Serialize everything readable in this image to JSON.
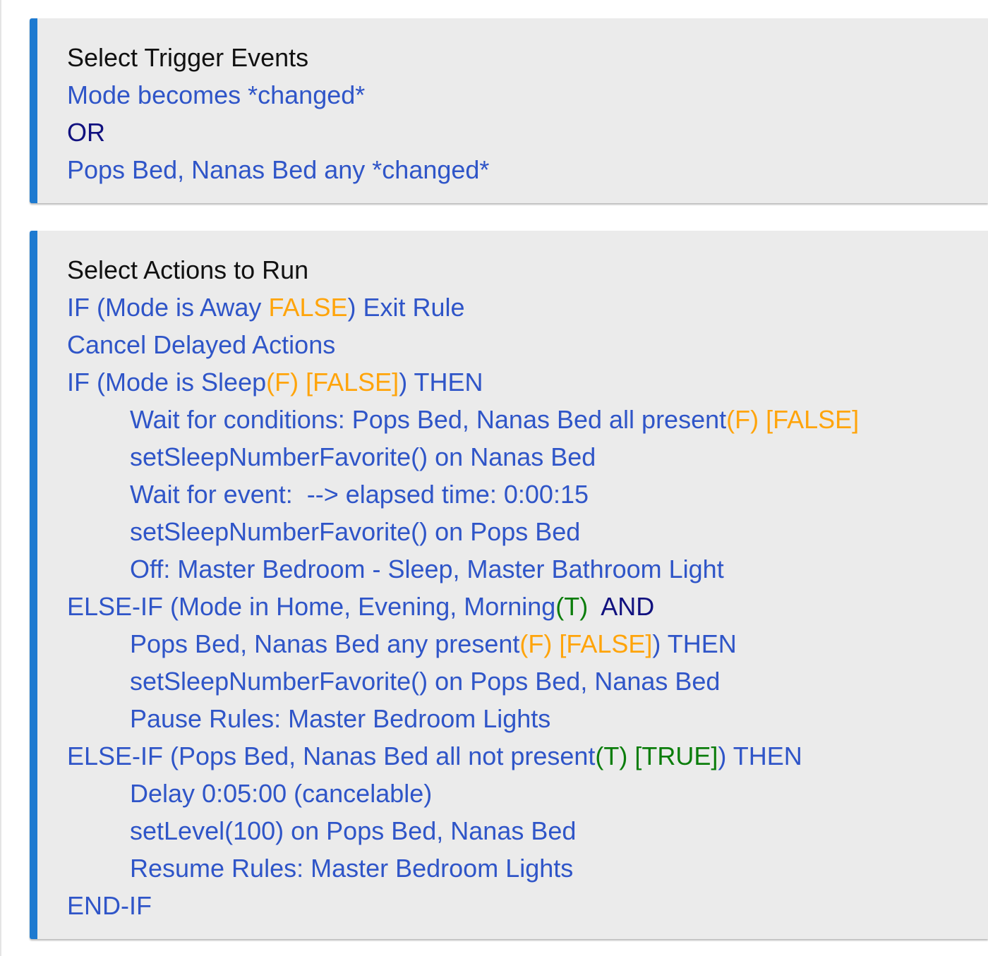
{
  "colors": {
    "accent_bar": "#1e7ad0",
    "card_bg": "#ebebeb",
    "link_blue": "#2f55c8",
    "operator_navy": "#11117f",
    "false_orange": "#ffa40a",
    "true_green": "#0b7d0b"
  },
  "trigger": {
    "title": "Select Trigger Events",
    "event1": "Mode becomes *changed*",
    "operator": "OR",
    "event2": "Pops Bed, Nanas Bed any *changed*"
  },
  "actions": {
    "title": "Select Actions to Run",
    "a1": {
      "pre": "IF (Mode is Away ",
      "state": "FALSE",
      "post": ") Exit Rule"
    },
    "a2": {
      "text": "Cancel Delayed Actions"
    },
    "a3": {
      "pre": "IF (Mode is Sleep",
      "eval": "(F)",
      "gap": " ",
      "result": "[FALSE]",
      "post": ") THEN"
    },
    "a4": {
      "pre": "Wait for conditions: Pops Bed, Nanas Bed all present",
      "eval": "(F)",
      "gap": " ",
      "result": "[FALSE]"
    },
    "a5": {
      "text": "setSleepNumberFavorite() on Nanas Bed"
    },
    "a6": {
      "text": "Wait for event:  --> elapsed time: 0:00:15"
    },
    "a7": {
      "text": "setSleepNumberFavorite() on Pops Bed"
    },
    "a8": {
      "text": "Off: Master Bedroom - Sleep, Master Bathroom Light"
    },
    "a9": {
      "pre": "ELSE-IF (Mode in Home, Evening, Morning",
      "eval": "(T)",
      "gap": "  ",
      "op": "AND"
    },
    "a10": {
      "pre": "Pops Bed, Nanas Bed any present",
      "eval": "(F)",
      "gap": " ",
      "result": "[FALSE]",
      "post": ") THEN"
    },
    "a11": {
      "text": "setSleepNumberFavorite() on Pops Bed, Nanas Bed"
    },
    "a12": {
      "text": "Pause Rules: Master Bedroom Lights"
    },
    "a13": {
      "pre": "ELSE-IF (Pops Bed, Nanas Bed all not present",
      "eval": "(T)",
      "gap": " ",
      "result": "[TRUE]",
      "post": ") THEN"
    },
    "a14": {
      "text": "Delay 0:05:00 (cancelable)"
    },
    "a15": {
      "text": "setLevel(100) on Pops Bed, Nanas Bed"
    },
    "a16": {
      "text": "Resume Rules: Master Bedroom Lights"
    },
    "a17": {
      "text": "END-IF"
    }
  }
}
